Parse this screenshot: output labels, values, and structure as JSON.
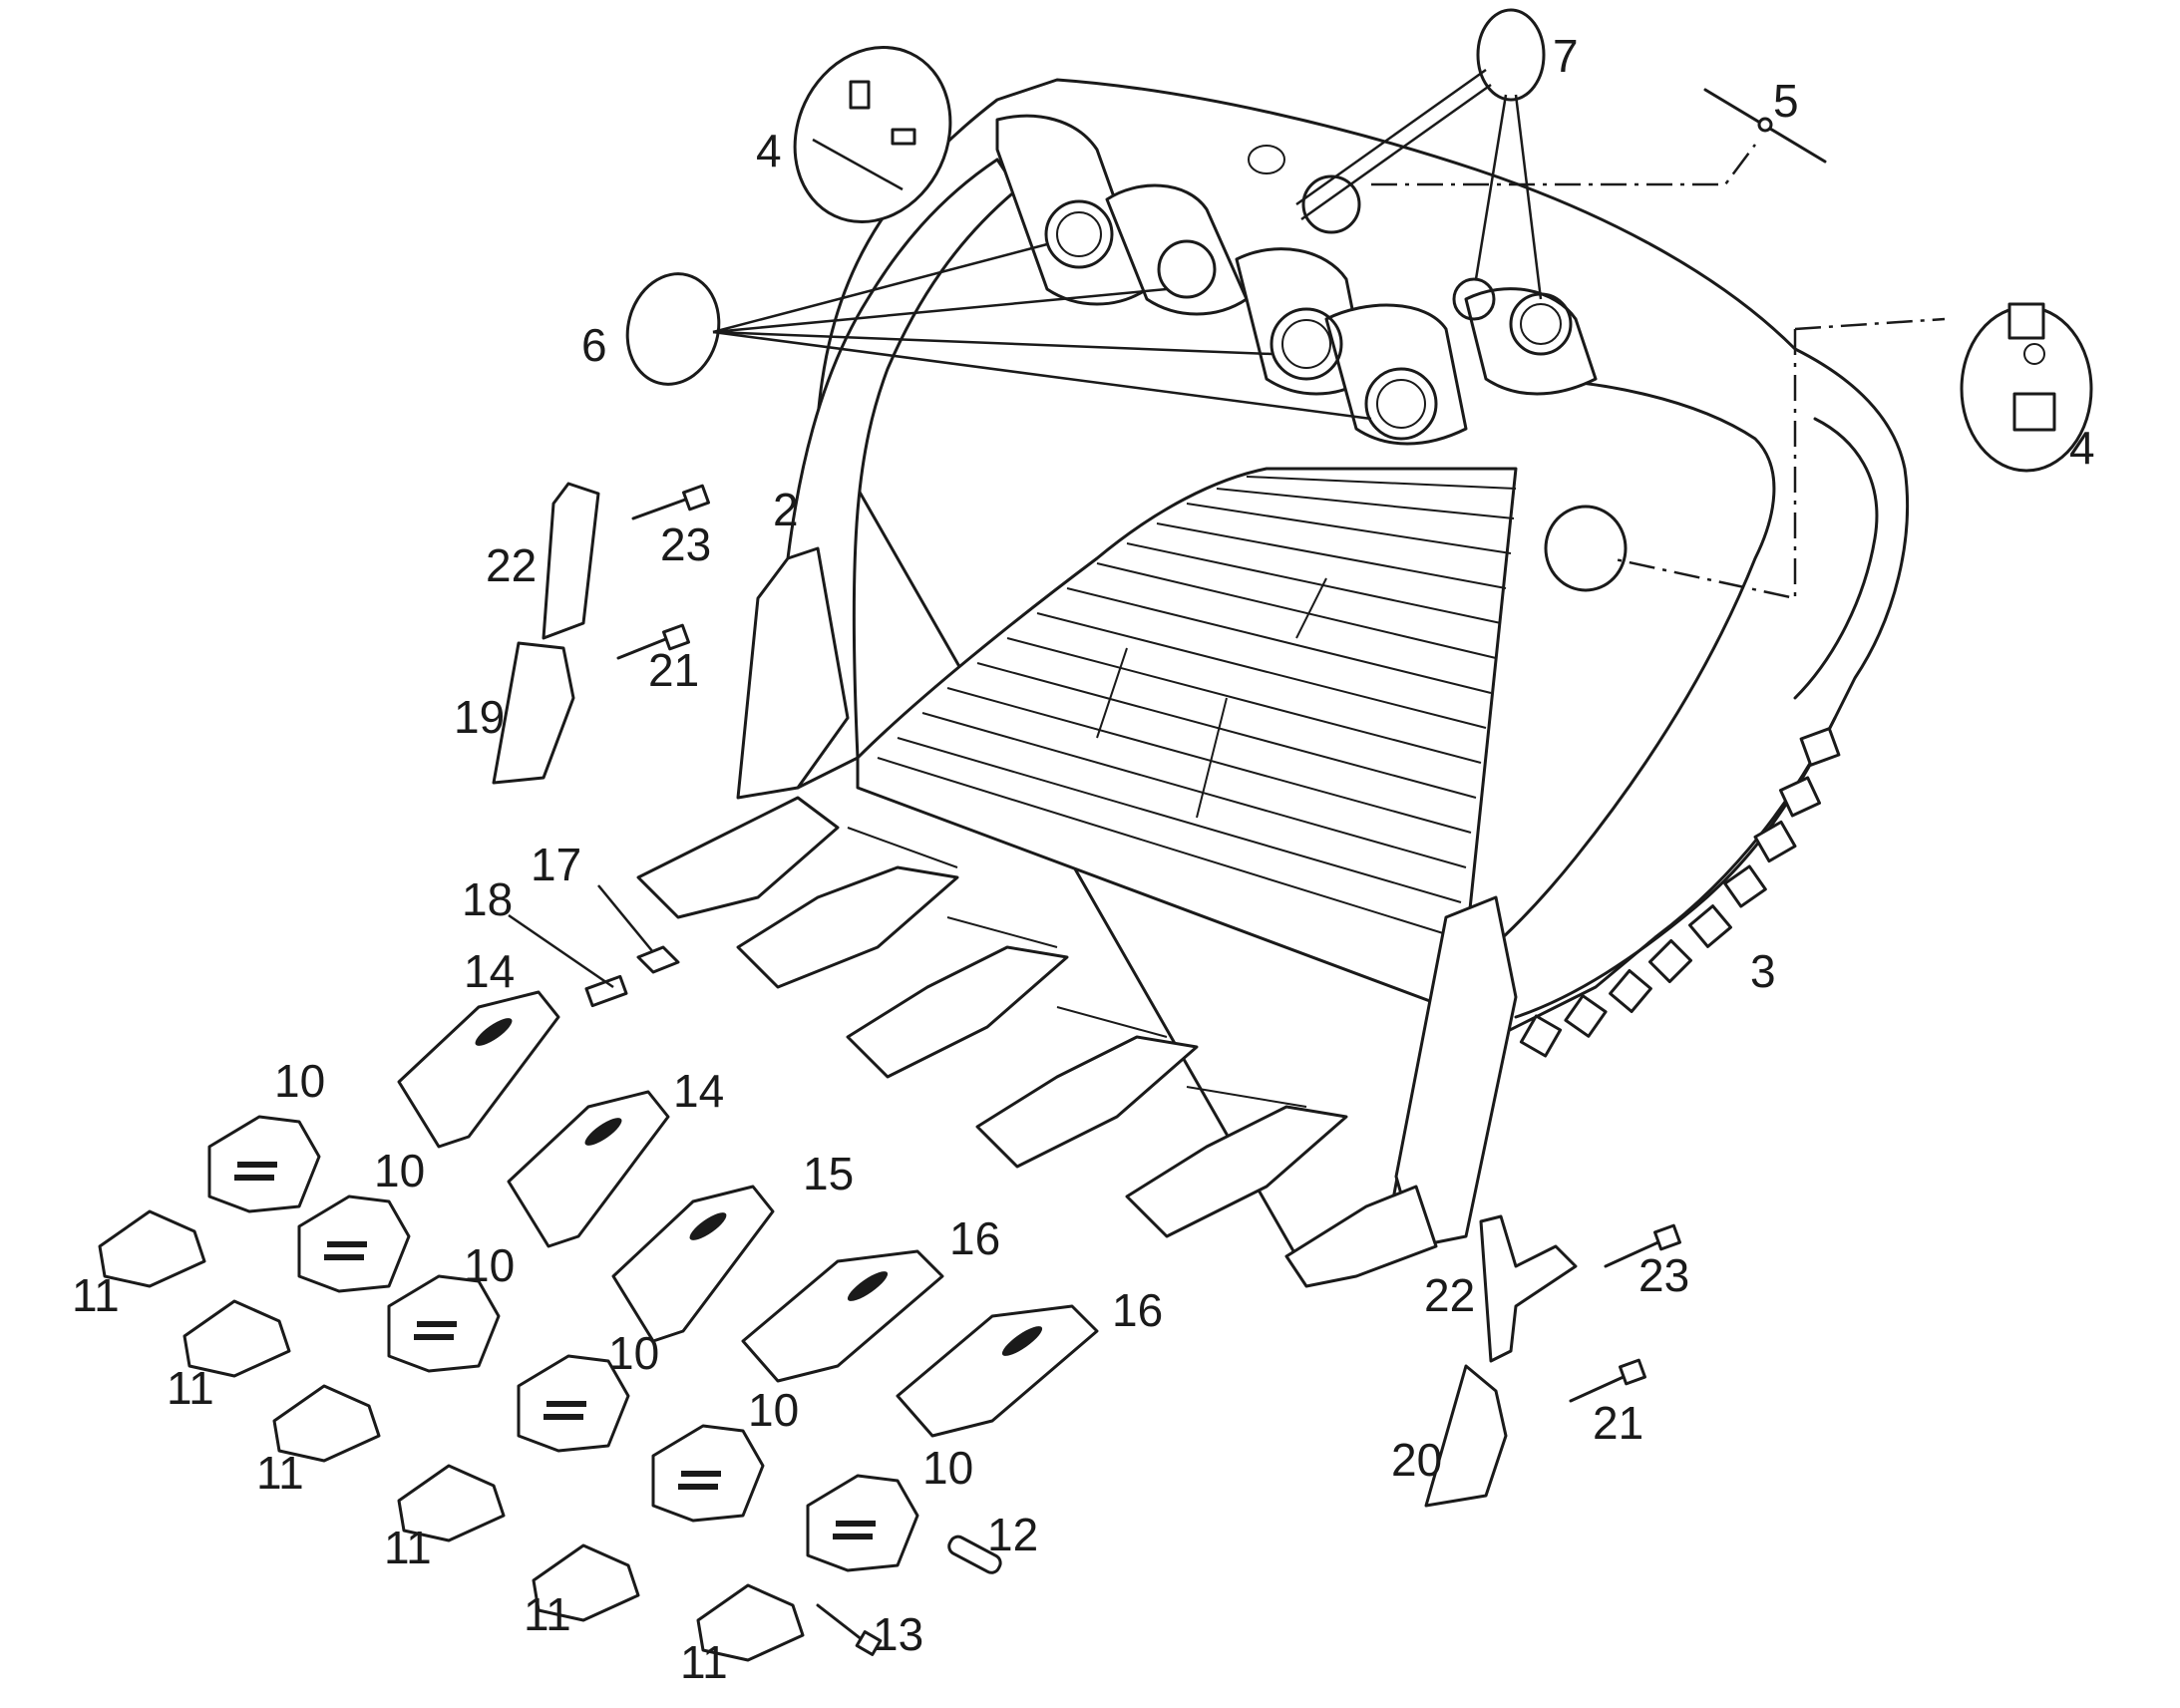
{
  "diagram": {
    "callouts": [
      {
        "id": "c2",
        "text": "2"
      },
      {
        "id": "c3",
        "text": "3"
      },
      {
        "id": "c4a",
        "text": "4"
      },
      {
        "id": "c4b",
        "text": "4"
      },
      {
        "id": "c5",
        "text": "5"
      },
      {
        "id": "c6",
        "text": "6"
      },
      {
        "id": "c7",
        "text": "7"
      },
      {
        "id": "c10a",
        "text": "10"
      },
      {
        "id": "c10b",
        "text": "10"
      },
      {
        "id": "c10c",
        "text": "10"
      },
      {
        "id": "c10d",
        "text": "10"
      },
      {
        "id": "c10e",
        "text": "10"
      },
      {
        "id": "c10f",
        "text": "10"
      },
      {
        "id": "c11a",
        "text": "11"
      },
      {
        "id": "c11b",
        "text": "11"
      },
      {
        "id": "c11c",
        "text": "11"
      },
      {
        "id": "c11d",
        "text": "11"
      },
      {
        "id": "c11e",
        "text": "11"
      },
      {
        "id": "c11f",
        "text": "11"
      },
      {
        "id": "c12",
        "text": "12"
      },
      {
        "id": "c13",
        "text": "13"
      },
      {
        "id": "c14a",
        "text": "14"
      },
      {
        "id": "c14b",
        "text": "14"
      },
      {
        "id": "c15",
        "text": "15"
      },
      {
        "id": "c16a",
        "text": "16"
      },
      {
        "id": "c16b",
        "text": "16"
      },
      {
        "id": "c17",
        "text": "17"
      },
      {
        "id": "c18",
        "text": "18"
      },
      {
        "id": "c19",
        "text": "19"
      },
      {
        "id": "c20",
        "text": "20"
      },
      {
        "id": "c21a",
        "text": "21"
      },
      {
        "id": "c21b",
        "text": "21"
      },
      {
        "id": "c22a",
        "text": "22"
      },
      {
        "id": "c22b",
        "text": "22"
      },
      {
        "id": "c23a",
        "text": "23"
      },
      {
        "id": "c23b",
        "text": "23"
      }
    ]
  }
}
